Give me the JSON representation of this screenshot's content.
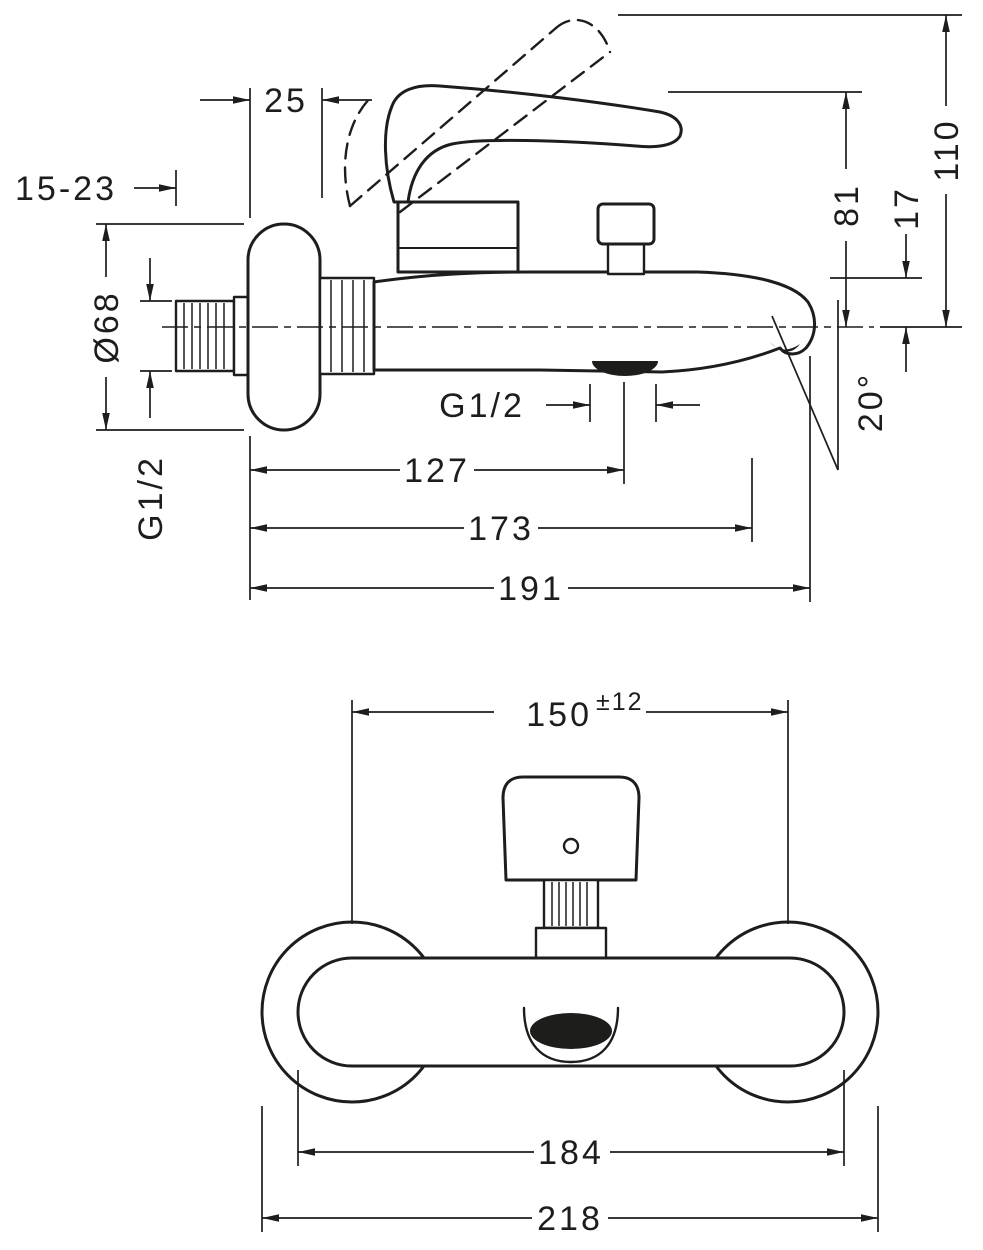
{
  "colors": {
    "ink": "#1d1d1b",
    "background": "#ffffff"
  },
  "side_view": {
    "dim_plate_depth": "25",
    "dim_wall_distance": "15-23",
    "dim_escutcheon_diameter": "Ø68",
    "inlet_thread": "G1/2",
    "dim_height_total": "110",
    "dim_height_handle": "81",
    "dim_spout_drop": "17",
    "outlet_thread": "G1/2",
    "spout_angle": "20°",
    "dim_reach_127": "127",
    "dim_reach_173": "173",
    "dim_reach_191": "191"
  },
  "front_view": {
    "dim_centers": "150",
    "dim_centers_tolerance": "±12",
    "dim_body_width": "184",
    "dim_overall_width": "218"
  }
}
